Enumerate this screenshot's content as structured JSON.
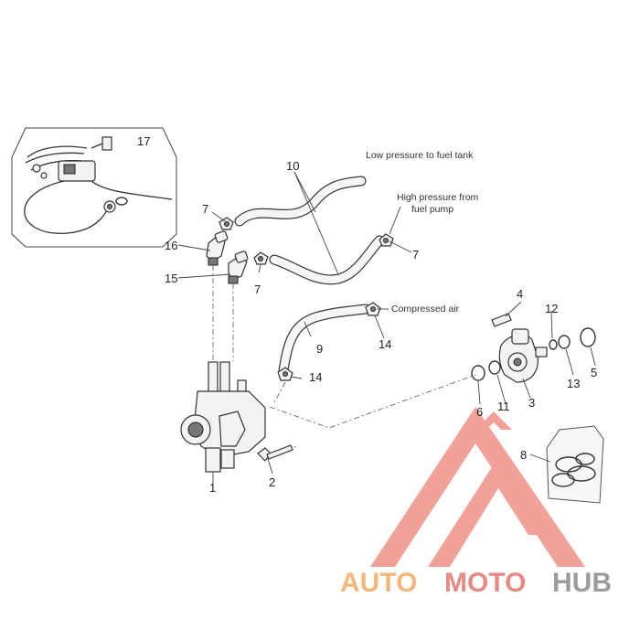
{
  "labels": {
    "p1": "1",
    "p2": "2",
    "p3": "3",
    "p4": "4",
    "p5": "5",
    "p6": "6",
    "p7a": "7",
    "p7b": "7",
    "p7c": "7",
    "p8": "8",
    "p9": "9",
    "p10": "10",
    "p11": "11",
    "p12": "12",
    "p13": "13",
    "p14a": "14",
    "p14b": "14",
    "p15": "15",
    "p16": "16",
    "p17": "17"
  },
  "annotations": {
    "low_pressure": "Low pressure to fuel tank",
    "high_pressure_line1": "High pressure from",
    "high_pressure_line2": "fuel pump",
    "compressed_air": "Compressed air"
  },
  "watermark": {
    "part1": "AUTO",
    "part2": "MOTO",
    "part3": "HUB",
    "colors": {
      "auto": "#f2b779",
      "moto": "#e88a84",
      "hub": "#9c9c9c",
      "logo": "#f08a80"
    }
  }
}
